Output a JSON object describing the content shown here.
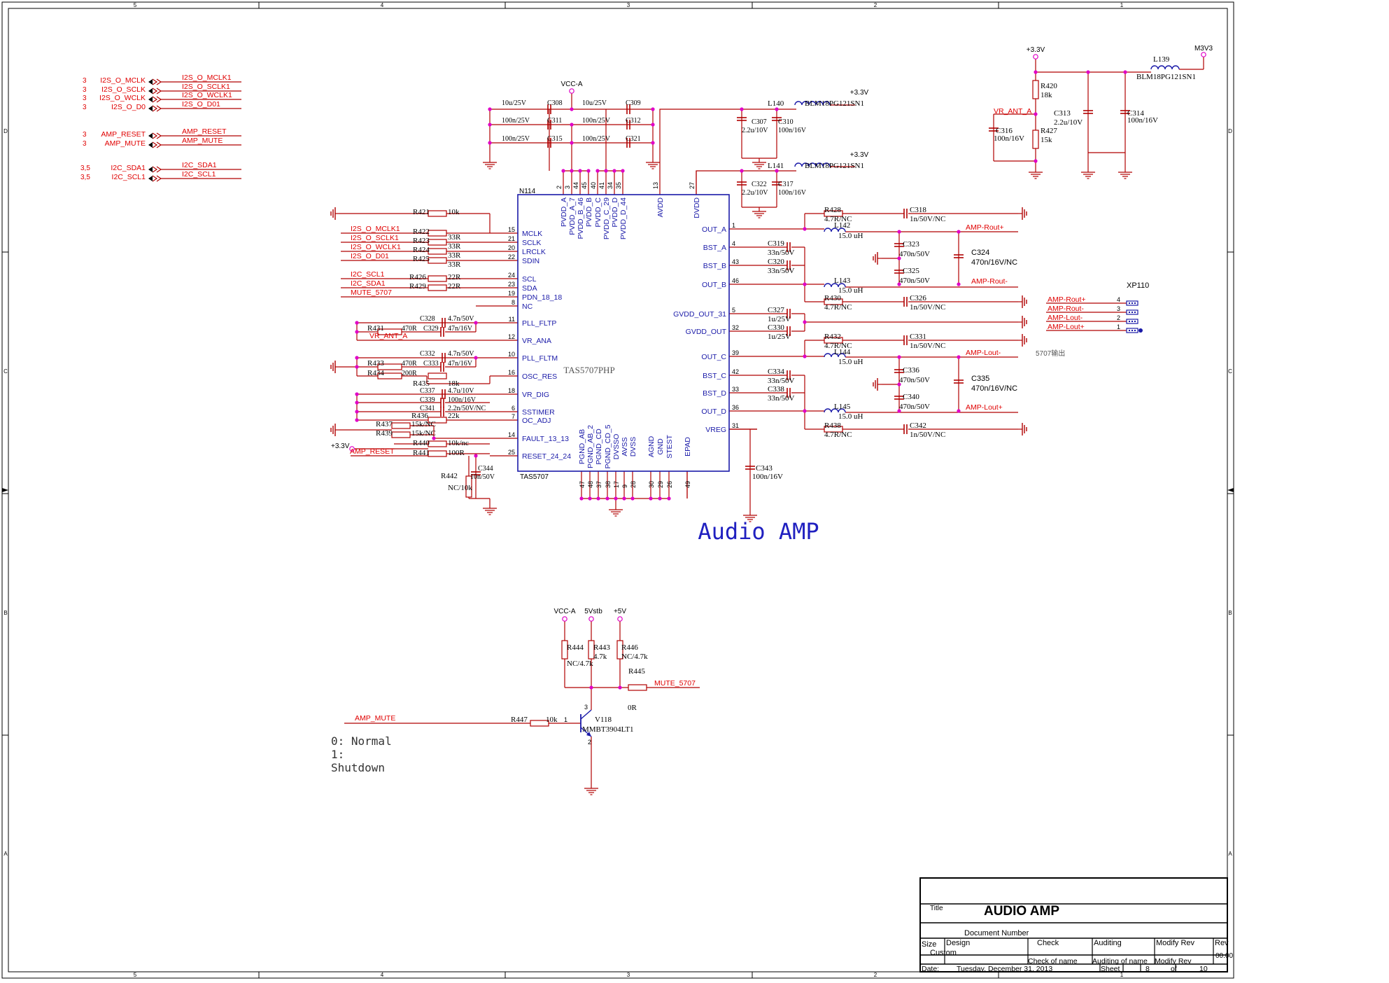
{
  "border": {
    "cols": [
      "5",
      "4",
      "3",
      "2",
      "1"
    ],
    "rows": [
      "D",
      "C",
      "B",
      "A"
    ]
  },
  "diagram_title": "Audio AMP",
  "chip": {
    "ref": "N114",
    "part": "TAS5707PHP",
    "part2": "TAS5707",
    "left_pins": [
      {
        "num": "15",
        "name": "MCLK"
      },
      {
        "num": "21",
        "name": "SCLK"
      },
      {
        "num": "20",
        "name": "LRCLK"
      },
      {
        "num": "22",
        "name": "SDIN"
      },
      {
        "num": "24",
        "name": "SCL"
      },
      {
        "num": "23",
        "name": "SDA"
      },
      {
        "num": "19",
        "name": "PDN_18_18"
      },
      {
        "num": "8",
        "name": "NC"
      },
      {
        "num": "11",
        "name": "PLL_FLTP"
      },
      {
        "num": "12",
        "name": "VR_ANA"
      },
      {
        "num": "10",
        "name": "PLL_FLTM"
      },
      {
        "num": "16",
        "name": "OSC_RES"
      },
      {
        "num": "18",
        "name": "VR_DIG"
      },
      {
        "num": "6",
        "name": "SSTIMER"
      },
      {
        "num": "7",
        "name": "OC_ADJ"
      },
      {
        "num": "14",
        "name": "FAULT_13_13"
      },
      {
        "num": "25",
        "name": "RESET_24_24"
      }
    ],
    "right_pins": [
      {
        "num": "1",
        "name": "OUT_A"
      },
      {
        "num": "4",
        "name": "BST_A"
      },
      {
        "num": "43",
        "name": "BST_B"
      },
      {
        "num": "46",
        "name": "OUT_B"
      },
      {
        "num": "5",
        "name": "GVDD_OUT_31"
      },
      {
        "num": "32",
        "name": "GVDD_OUT"
      },
      {
        "num": "39",
        "name": "OUT_C"
      },
      {
        "num": "42",
        "name": "BST_C"
      },
      {
        "num": "33",
        "name": "BST_D"
      },
      {
        "num": "36",
        "name": "OUT_D"
      },
      {
        "num": "31",
        "name": "VREG"
      }
    ],
    "top_pins": [
      {
        "num": "2",
        "name": "PVDD_A"
      },
      {
        "num": "3",
        "name": "PVDD_A_7"
      },
      {
        "num": "44",
        "name": "PVDD_B_46"
      },
      {
        "num": "45",
        "name": "PVDD_B"
      },
      {
        "num": "40",
        "name": "PVDD_C"
      },
      {
        "num": "41",
        "name": "PVDD_C_29"
      },
      {
        "num": "34",
        "name": "PVDD_D"
      },
      {
        "num": "35",
        "name": "PVDD_D_44"
      },
      {
        "num": "13",
        "name": "AVDD"
      },
      {
        "num": "27",
        "name": "DVDD"
      }
    ],
    "bottom_pins": [
      {
        "num": "47",
        "name": "PGND_AB"
      },
      {
        "num": "48",
        "name": "PGND_AB_2"
      },
      {
        "num": "37",
        "name": "PGND_CD"
      },
      {
        "num": "38",
        "name": "PGND_CD_5"
      },
      {
        "num": "17",
        "name": "DVSSO"
      },
      {
        "num": "9",
        "name": "AVSS"
      },
      {
        "num": "28",
        "name": "DVSS"
      },
      {
        "num": "30",
        "name": "AGND"
      },
      {
        "num": "29",
        "name": "GND"
      },
      {
        "num": "26",
        "name": "STEST"
      },
      {
        "num": "49",
        "name": "EPAD"
      }
    ]
  },
  "ports_in": [
    {
      "sheet": "3",
      "label": "I2S_O_MCLK",
      "net": "I2S_O_MCLK1"
    },
    {
      "sheet": "3",
      "label": "I2S_O_SCLK",
      "net": "I2S_O_SCLK1"
    },
    {
      "sheet": "3",
      "label": "I2S_O_WCLK",
      "net": "I2S_O_WCLK1"
    },
    {
      "sheet": "3",
      "label": "I2S_O_D0",
      "net": "I2S_O_D01"
    },
    {
      "sheet": "3",
      "label": "AMP_RESET",
      "net": "AMP_RESET"
    },
    {
      "sheet": "3",
      "label": "AMP_MUTE",
      "net": "AMP_MUTE"
    },
    {
      "sheet": "3,5",
      "label": "I2C_SDA1",
      "net": "I2C_SDA1"
    },
    {
      "sheet": "3,5",
      "label": "I2C_SCL1",
      "net": "I2C_SCL1"
    }
  ],
  "left_nets": [
    "I2S_O_MCLK1",
    "I2S_O_SCLK1",
    "I2S_O_WCLK1",
    "I2S_O_D01",
    "I2C_SCL1",
    "I2C_SDA1",
    "MUTE_5707",
    "VR_ANT_A",
    "AMP_RESET"
  ],
  "left_parts": {
    "R421": "R421",
    "R421v": "10k",
    "R422": "R422",
    "R422v": "33R",
    "R423": "R423",
    "R423v": "33R",
    "R424": "R424",
    "R424v": "33R",
    "R425": "R425",
    "R425v": "33R",
    "R426": "R426",
    "R426v": "22R",
    "R429": "R429",
    "R429v": "22R",
    "C328": "C328",
    "C328v": "4.7n/50V",
    "R431": "R431",
    "R431v": "470R",
    "C329": "C329",
    "C329v": "47n/16V",
    "C332": "C332",
    "C332v": "4.7n/50V",
    "R433": "R433",
    "R433v": "470R",
    "C333": "C333",
    "C333v": "47n/16V",
    "R434": "R434",
    "R434v": "200R",
    "R435": "R435",
    "R435v": "18k",
    "C337": "C337",
    "C337v": "4.7u/10V",
    "C339": "C339",
    "C339v": "100n/16V",
    "C341": "C341",
    "C341v": "2.2n/50V/NC",
    "R436": "R436",
    "R436v": "22k",
    "R437": "R437",
    "R437v": "15k/NC",
    "R439": "R439",
    "R439v": "15k/NC",
    "R440": "R440",
    "R440v": "10k/nc",
    "R441": "R441",
    "R441v": "100R",
    "R442": "R442",
    "R442v": "NC/10k",
    "C344": "C344",
    "C344v": "10n/50V",
    "p33": "+3.3V"
  },
  "top_parts": {
    "vcca": "VCC-A",
    "C308": "C308",
    "C308v": "10u/25V",
    "C311": "C311",
    "C311v": "100n/25V",
    "C315": "C315",
    "C315v": "100n/25V",
    "C309": "C309",
    "C309v": "10u/25V",
    "C312": "C312",
    "C312v": "100n/25V",
    "C321": "C321",
    "C321v": "100n/25V",
    "L140": "L140",
    "L140v": "BLM18PG121SN1",
    "L141": "L141",
    "L141v": "BLM18PG121SN1",
    "p33a": "+3.3V",
    "p33b": "+3.3V",
    "C307": "C307",
    "C307v": "2.2u/10V",
    "C310": "C310",
    "C310v": "100n/16V",
    "C322": "C322",
    "C322v": "2.2u/10V",
    "C317": "C317",
    "C317v": "100n/16V"
  },
  "right_parts": {
    "R428": "R428",
    "R428v": "4.7R/NC",
    "C318": "C318",
    "C318v": "1n/50V/NC",
    "L142": "L142",
    "L142v": "15.0 uH",
    "C319": "C319",
    "C319v": "33n/50V",
    "C320": "C320",
    "C320v": "33n/50V",
    "C323": "C323",
    "C323v": "470n/50V",
    "C325": "C325",
    "C325v": "470n/50V",
    "C324": "C324",
    "C324v": "470n/16V/NC",
    "L143": "L143",
    "L143v": "15.0 uH",
    "R430": "R430",
    "R430v": "4.7R/NC",
    "C326": "C326",
    "C326v": "1n/50V/NC",
    "C327": "C327",
    "C327v": "1u/25V",
    "C330": "C330",
    "C330v": "1u/25V",
    "R432": "R432",
    "R432v": "4.7R/NC",
    "C331": "C331",
    "C331v": "1n/50V/NC",
    "L144": "L144",
    "L144v": "15.0 uH",
    "C334": "C334",
    "C334v": "33n/50V",
    "C338": "C338",
    "C338v": "33n/50V",
    "C336": "C336",
    "C336v": "470n/50V",
    "C340": "C340",
    "C340v": "470n/50V",
    "C335": "C335",
    "C335v": "470n/16V/NC",
    "L145": "L145",
    "L145v": "15.0 uH",
    "R438": "R438",
    "R438v": "4.7R/NC",
    "C342": "C342",
    "C342v": "1n/50V/NC",
    "C343": "C343",
    "C343v": "100n/16V",
    "net_rp1": "AMP-Rout+",
    "net_rm1": "AMP-Rout-",
    "net_lm1": "AMP-Lout-",
    "net_lp1": "AMP-Lout+",
    "note": "5707输出"
  },
  "connector": {
    "ref": "XP110",
    "pins": [
      {
        "net": "AMP-Rout+",
        "num": "4"
      },
      {
        "net": "AMP-Rout-",
        "num": "3"
      },
      {
        "net": "AMP-Lout-",
        "num": "2"
      },
      {
        "net": "AMP-Lout+",
        "num": "1"
      }
    ]
  },
  "m3v3": {
    "p33": "+3.3V",
    "m3": "M3V3",
    "L139": "L139",
    "L139v": "BLM18PG121SN1",
    "R420": "R420",
    "R420v": "18k",
    "R427": "R427",
    "R427v": "15k",
    "vr": "VR_ANT_A",
    "C316": "C316",
    "C316v": "100n/16V",
    "C313": "C313",
    "C313v": "2.2u/10V",
    "C314": "C314",
    "C314v": "100n/16V"
  },
  "mute": {
    "vcca": "VCC-A",
    "v5stb": "5Vstb",
    "v5": "+5V",
    "R444": "R444",
    "R444v": "NC/4.7k",
    "R443": "R443",
    "R443v": "4.7k",
    "R446": "R446",
    "R446v": "NC/4.7k",
    "R445": "R445",
    "R445v": "0R",
    "net_out": "MUTE_5707",
    "net_in": "AMP_MUTE",
    "R447": "R447",
    "R447v": "10k",
    "V118": "V118",
    "V118v": "MMBT3904LT1",
    "pin1": "1",
    "pin2": "2",
    "pin3": "3",
    "note1": "0: Normal",
    "note2": "1:",
    "note3": "Shutdown"
  },
  "title_block": {
    "title_label": "Title",
    "title": "AUDIO AMP",
    "doc_label": "Document Number",
    "size_label": "Size",
    "size": "Custom",
    "design": "Design",
    "check": "Check",
    "auditing": "Auditing",
    "modify": "Modify Rev",
    "rev": "Rev",
    "rev_val": "00.00",
    "check_name": "Check  of  name",
    "audit_name": "Auditing of name",
    "modify_name": "Modify Rev",
    "date_label": "Date:",
    "date": "Tuesday, December 31, 2013",
    "sheet_label": "Sheet",
    "sheet": "8",
    "of": "of",
    "total": "10"
  }
}
